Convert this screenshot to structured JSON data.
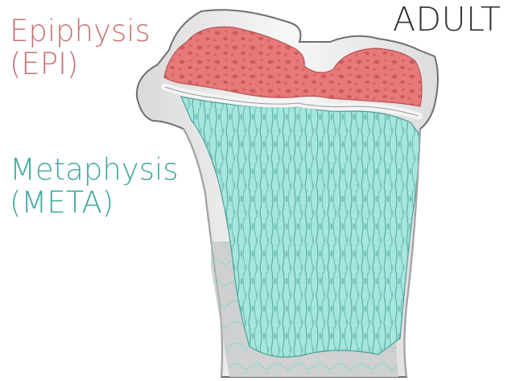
{
  "labels": {
    "epiphysis_name": "Epiphysis",
    "epiphysis_abbr": "(EPI)",
    "metaphysis_name": "Metaphysis",
    "metaphysis_abbr": "(META)",
    "age_group": "ADULT"
  },
  "colors": {
    "epiphysis": "#c87272",
    "metaphysis": "#3fa89f",
    "age_text": "#333333",
    "epiphysis_fill": "#e8797a",
    "metaphysis_fill": "#9fe3dc",
    "cortical_bone": "#f2f2f2",
    "bone_outline": "#8a8a8a",
    "marrow_gray": "#c9c9c9"
  },
  "regions": [
    {
      "name": "epiphysis",
      "color_key": "epiphysis_fill"
    },
    {
      "name": "metaphysis",
      "color_key": "metaphysis_fill"
    }
  ]
}
